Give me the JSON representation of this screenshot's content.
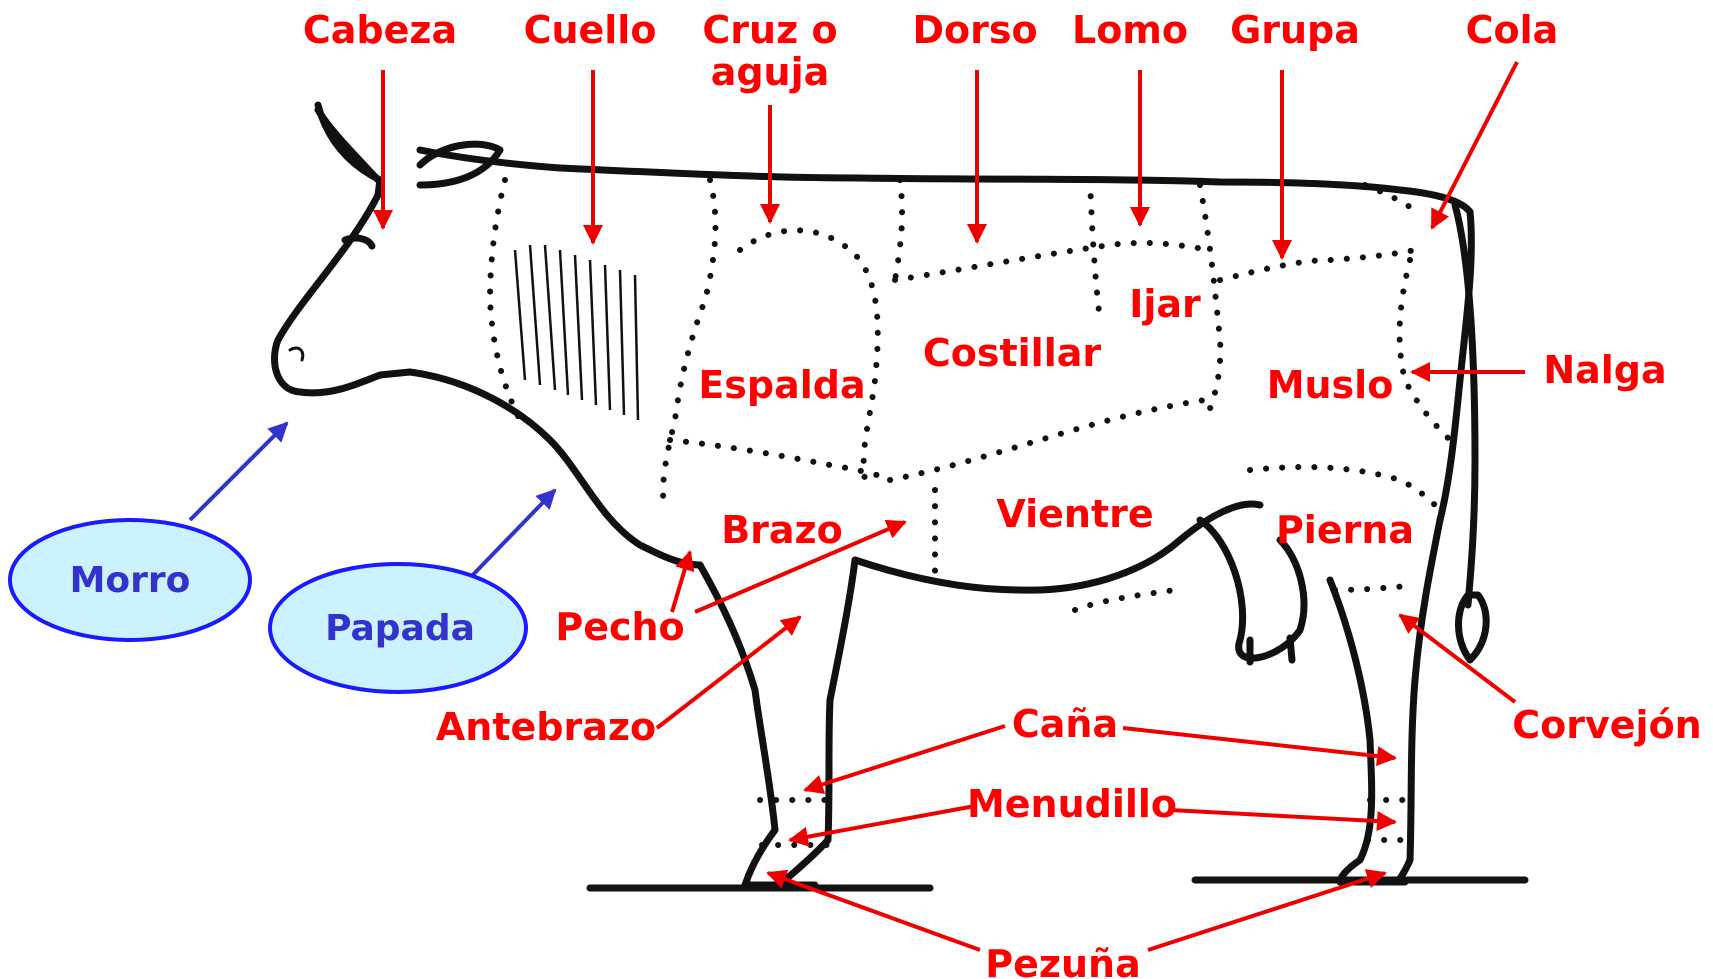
{
  "labels": {
    "cabeza": "Cabeza",
    "cuello": "Cuello",
    "cruz_line1": "Cruz o",
    "cruz_line2": "aguja",
    "dorso": "Dorso",
    "lomo": "Lomo",
    "grupa": "Grupa",
    "cola": "Cola",
    "ijar": "Ijar",
    "costillar": "Costillar",
    "espalda": "Espalda",
    "muslo": "Muslo",
    "nalga": "Nalga",
    "vientre": "Vientre",
    "brazo": "Brazo",
    "pierna": "Pierna",
    "pecho": "Pecho",
    "antebrazo": "Antebrazo",
    "cana": "Caña",
    "menudillo": "Menudillo",
    "corvejon": "Corvejón",
    "pezuna": "Pezuña",
    "morro": "Morro",
    "papada": "Papada"
  },
  "colors": {
    "label_red": "#ff0000",
    "arrow_red": "#ee0000",
    "bubble_blue": "#1a1aff",
    "bubble_fill": "#ccf2ff",
    "text_blue": "#3333cc",
    "outline": "#111111"
  }
}
